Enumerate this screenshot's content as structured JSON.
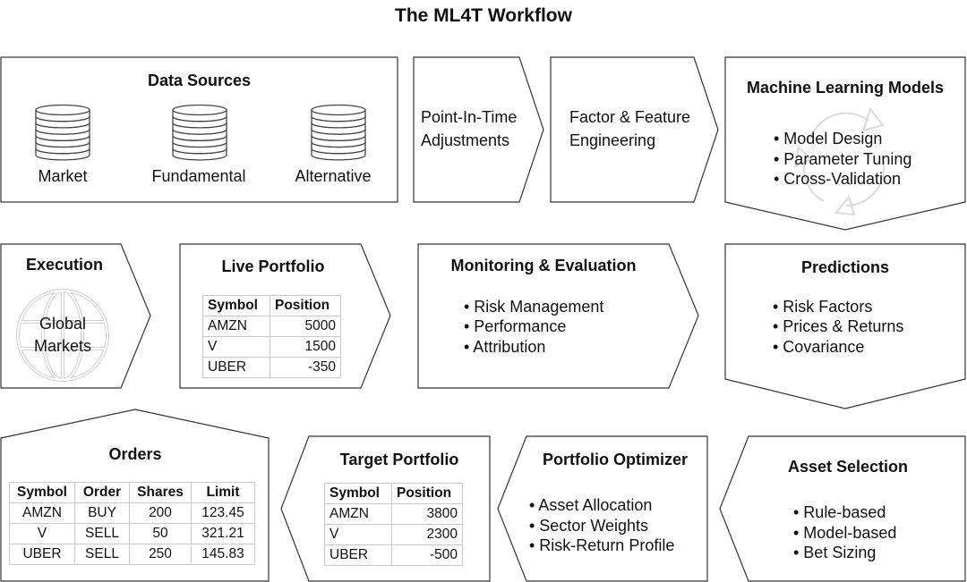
{
  "title": "The ML4T Workflow",
  "data_sources": {
    "heading": "Data Sources",
    "items": [
      "Market",
      "Fundamental",
      "Alternative"
    ]
  },
  "pit": {
    "line1": "Point-In-Time",
    "line2": "Adjustments"
  },
  "factor": {
    "line1": "Factor & Feature",
    "line2": "Engineering"
  },
  "ml_models": {
    "heading": "Machine Learning Models",
    "bullets": [
      "• Model Design",
      "• Parameter Tuning",
      "• Cross-Validation"
    ]
  },
  "execution": {
    "heading": "Execution",
    "globe_line1": "Global",
    "globe_line2": "Markets"
  },
  "live_portfolio": {
    "heading": "Live Portfolio",
    "columns": [
      "Symbol",
      "Position"
    ],
    "rows": [
      [
        "AMZN",
        "5000"
      ],
      [
        "V",
        "1500"
      ],
      [
        "UBER",
        "-350"
      ]
    ]
  },
  "monitoring": {
    "heading": "Monitoring & Evaluation",
    "bullets": [
      "• Risk Management",
      "• Performance",
      "• Attribution"
    ]
  },
  "predictions": {
    "heading": "Predictions",
    "bullets": [
      "• Risk Factors",
      "• Prices & Returns",
      "• Covariance"
    ]
  },
  "orders": {
    "heading": "Orders",
    "columns": [
      "Symbol",
      "Order",
      "Shares",
      "Limit"
    ],
    "rows": [
      [
        "AMZN",
        "BUY",
        "200",
        "123.45"
      ],
      [
        "V",
        "SELL",
        "50",
        "321.21"
      ],
      [
        "UBER",
        "SELL",
        "250",
        "145.83"
      ]
    ]
  },
  "target_portfolio": {
    "heading": "Target Portfolio",
    "columns": [
      "Symbol",
      "Position"
    ],
    "rows": [
      [
        "AMZN",
        "3800"
      ],
      [
        "V",
        "2300"
      ],
      [
        "UBER",
        "-500"
      ]
    ]
  },
  "optimizer": {
    "heading": "Portfolio Optimizer",
    "bullets": [
      "• Asset Allocation",
      "• Sector Weights",
      "• Risk-Return Profile"
    ]
  },
  "asset_selection": {
    "heading": "Asset Selection",
    "bullets": [
      "• Rule-based",
      "• Model-based",
      "• Bet Sizing"
    ]
  },
  "colors": {
    "stroke": "#333333",
    "icon": "#444444",
    "faint": "#d6d6d6"
  },
  "icons": [
    "database-icon",
    "globe-icon",
    "cycle-arrows-icon"
  ]
}
